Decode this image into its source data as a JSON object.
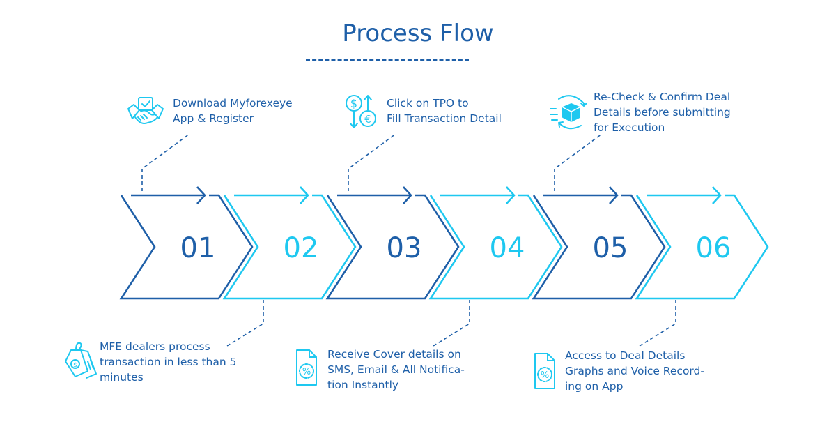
{
  "title": "Process Flow",
  "colors": {
    "dark": "#1e5fa8",
    "light": "#1ec8f0",
    "icon": "#1ec8f0"
  },
  "steps": [
    {
      "number": "01",
      "color": "dark",
      "label": "Download Myforexeye\nApp & Register",
      "icon": "handshake-icon",
      "position": "top"
    },
    {
      "number": "02",
      "color": "light",
      "label": "MFE dealers process\ntransaction in less than 5\nminutes",
      "icon": "price-tag-icon",
      "position": "bottom"
    },
    {
      "number": "03",
      "color": "dark",
      "label": "Click on TPO to\nFill Transaction Detail",
      "icon": "currency-exchange-icon",
      "position": "top"
    },
    {
      "number": "04",
      "color": "light",
      "label": "Receive Cover details on\nSMS, Email & All Notifica-\ntion Instantly",
      "icon": "percent-document-icon",
      "position": "bottom"
    },
    {
      "number": "05",
      "color": "dark",
      "label": "Re-Check & Confirm Deal\nDetails before submitting\nfor Execution",
      "icon": "package-refresh-icon",
      "position": "top"
    },
    {
      "number": "06",
      "color": "light",
      "label": "Access to Deal Details\nGraphs and Voice Record-\ning on App",
      "icon": "percent-document-icon",
      "position": "bottom"
    }
  ]
}
